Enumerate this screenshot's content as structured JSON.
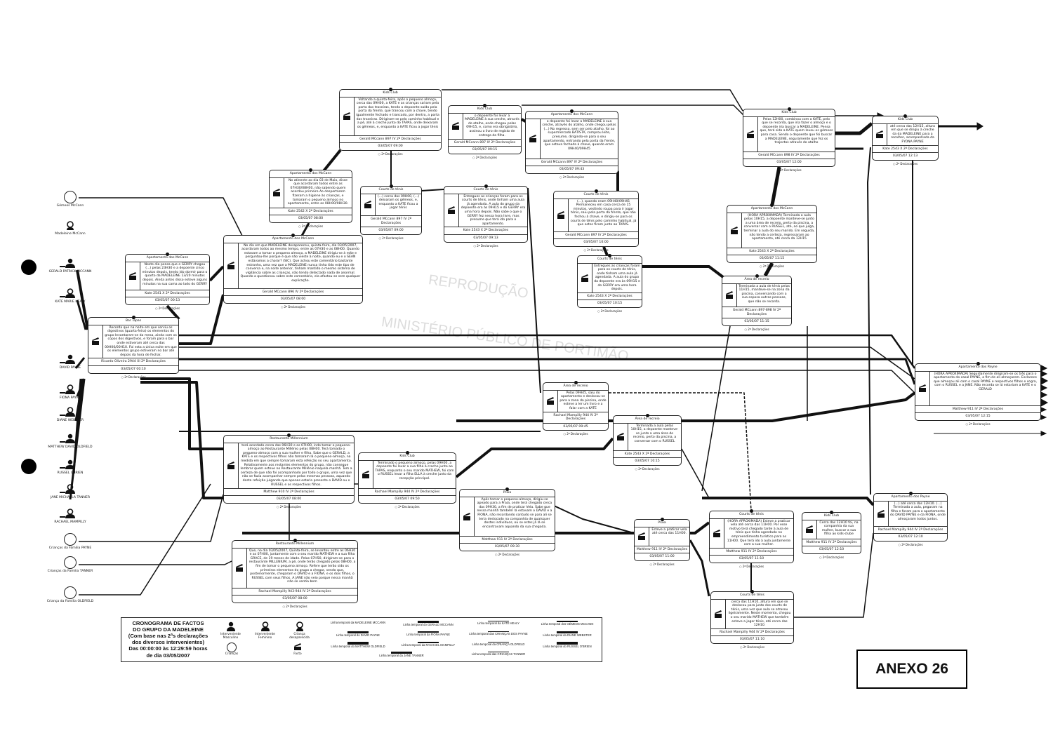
{
  "people": [
    {
      "name": "Gémeos McCann",
      "kind": "child-group"
    },
    {
      "name": "Madeleine McCann",
      "kind": "missing-child"
    },
    {
      "name": "GERALD PATRICK MCCANN",
      "kind": "male"
    },
    {
      "name": "KATE MARIE HEALY",
      "kind": "female"
    },
    {
      "name": "DAVID PAYNE",
      "kind": "male"
    },
    {
      "name": "FIONA PAYNE",
      "kind": "female"
    },
    {
      "name": "DIANE WEBSTER",
      "kind": "female"
    },
    {
      "name": "MATTHEW DAVID OLDFIELD",
      "kind": "male"
    },
    {
      "name": "RUSSEL OBRIEN",
      "kind": "male"
    },
    {
      "name": "JANE MICHAELA TANNER",
      "kind": "female"
    },
    {
      "name": "RACHAEL MAMPILLY",
      "kind": "female"
    },
    {
      "name": "Crianças da Familia PAYNE",
      "kind": "child-group"
    },
    {
      "name": "Crianças da Familia TANNER",
      "kind": "child-group"
    },
    {
      "name": "Criança da Familia OLDFIELD",
      "kind": "child-group"
    }
  ],
  "facts": [
    {
      "title": "Kids Club",
      "text": "Voltando a quinta-feira, após o pequeno almoço, cerca das 09H00, a KATE e as crianças saíram pela porta das traseiras, tendo o depoente saído pela porta da frente, que trancou com a chave, tendo igualmente fechado e trancado, por dentro, a porta das traseiras. Dirigiram-se pelo caminho habitual e a pé, até à creche junto do TAPAS, onde deixaram os gémeos, e, enquanto a KATE ficou a jogar ténis",
      "author": "Gerald MCcann 897 IV 2ª Declarações",
      "date": "03/05/07 09:00",
      "footer": "2ª Declarações"
    },
    {
      "title": "Kids Club",
      "text": "o depoente foi levar a MADELEINE à sua creche, através do atalho, onde chegou pelas 09H15, e, como era obrigatório, assinou o livro de registo de entrega da filha.",
      "author": "Gerald MCcann 897 IV 2ª Declarações",
      "date": "03/05/07 09:15",
      "footer": "2ª Declarações"
    },
    {
      "title": "Apartamento dos McCann",
      "text": "o depoente foi levar a MADELEINE à sua creche, através do atalho, onde chegou pelas (...) No regresso, sem ser pelo atalho, foi ao supermercado BATISTA, comprou leite, presume, dirigindo-se para o seu apartamento, entrando pela porta da frente, que estava fechada à chave, quando eram 09H40/09H45",
      "author": "Gerald MCcann 897 IV 2ª Declarações",
      "date": "03/05/07 09:43",
      "footer": "2ª Declarações"
    },
    {
      "title": "Apartamento dos McCann",
      "text": "No atinente ao dia 03 de Maio, disse que acordaram todos entre as 07H30/08H00, não sabendo quem acordou primeiro Ao despertarem fizeram a higiene às crianças, e tomaram o pequeno almoço no apartamento, entre as 08H00/08H30.",
      "author": "Kate 2542 X 2ª Declarações",
      "date": "03/05/07 08:00",
      "footer": "2ª Declarações"
    },
    {
      "title": "Courts de ténis",
      "text": "(...) cerca das 09H00, (...) deixaram os gémeos, e, enquanto a KATE ficou a jogar ténis",
      "author": "Gerald MCcann 897 IV 2ª Declarações",
      "date": "03/05/07 09:00",
      "footer": "2ª Declarações"
    },
    {
      "title": "Courts de ténis",
      "text": "Entregues as crianças foram para os courts de ténis, onde tinham uma aula já agendada. A aula do grupo da depoente era às 09H15 e do GERRY era uma hora depois. Não sabe o que o GERRY fez nessa hora livre, mas presume que terá ido para o apartamento.",
      "author": "Kate 2543 X 2ª Declarações",
      "date": "03/05/07 09:13",
      "footer": "2ª Declarações"
    },
    {
      "title": "Courts de ténis",
      "text": "(...), quando eram 09H40/09H45 Permaneceu em casa cerca de 15 minutos, vestindo roupa para ir jogar ténis, saiu pela porta da frente, que não fechou à chave, e dirigiu-se para os courts de ténis pelo caminho habitual, já que estes ficam junto ao TAPAS.",
      "author": "Gerald MCcann 897 IV 2ª Declarações",
      "date": "03/05/07 10:00",
      "footer": "2ª Declarações"
    },
    {
      "title": "Courts de ténis",
      "text": "Entregues as crianças foram para os courts de ténis, onde tinham uma aula já agendada. A aula do grupo da depoente era às 09H15 e do GERRY era uma hora depois.",
      "author": "Kate 2543 X 2ª Declarações",
      "date": "03/05/07 10:15",
      "footer": "2ª Declarações"
    },
    {
      "title": "Apartamento dos McCann",
      "text": "No dia em que MADELEINE desapareceu, quinta-feira, dia 03/05/2007, acordaram todos ao mesmo tempo, entre as 07H30 e as 08H00. Quando estavam a tomar o pequeno almoço, a MADELEINE dirigiu-se à mãe e perguntou-lhe porque é que não vieste à noite, quando eu e o SEAN estávamos a chorar? (SIC). Que achou este comentário bastante estranho, uma vez que a MADELEINE nunca tinha tido este tipo de conversa e, na noite anterior, tinham mantido o mesmo sistema de vigilância sobre as crianças, não tendo detectado nada de anormal. Quando a questionou sobre este comentário, ela afastou-se sem qualquer explicação.",
      "author": "Gerald MCcann 896 IV 2ª Declarações",
      "date": "03/05/07 08:00",
      "footer": "2ª Declarações"
    },
    {
      "title": "Apartamento dos McCann",
      "text": "Neste dia pensa que o GERRY chegou (...) pelas 23H30 e a depoente cinco minutos depois, tendo ido dormir para o quarto da MADELEINE 13/20 minutos depois. Ainda antes disso esteve alguns minutos na sua cama ao lado do GERRY",
      "author": "Kate 2541 X 2ª Declarações",
      "date": "03/05/07 00:13",
      "footer": "2ª Declarações"
    },
    {
      "title": "Bar Tapas",
      "text": "Recorda que na noite em que serviu os digestivos (quarta-feira) os elementos do grupo levantaram-se da mesa, ainda com os copos dos digestivos, e foram para o bar onde estiveram até cerca das 00H00/00H10. Foi esta a única noite em que os elementos grupo estiveram no bar até depois da hora de fechar.",
      "author": "Ricardo Oliveira 2944 XI 2ª Declarações",
      "date": "03/05/07 00:10",
      "footer": "2ª Declarações"
    },
    {
      "title": "Kids Club",
      "text": "Pelas 12H00, combinou com a KATE, pelo que se recorda, que iria fazer o almoço e o depoente iria buscar a MADELEINE. Pensa que, terá sido a KATE quem levou os gémeos para casa. Sendo o depoente que foi buscar a MADELEINE, seguramente que fez os trajectos através do atalho",
      "author": "Gerald MCcann 898 IV 2ª Declarações",
      "date": "03/05/07 12:00",
      "footer": "2ª Declarações"
    },
    {
      "title": "Kids Club",
      "text": "até cerca das 12H15, altura em que se dirigiu à creche da da MADELEINE para a recolher, acompanhada da FYONA PAYNE",
      "author": "Kate 2543 X 2ª Declarações",
      "date": "03/05/07 12:13",
      "footer": "2ª Declarações"
    },
    {
      "title": "Apartamento dos McCann",
      "text": "(HORA APROXIMADA) Terminada a aula pelas 10H15, a depoente manteve-se junto a uma área de recreio, perto da piscina, a conversar com o RUSSEL, até, ao que julga, terminar a aula do seu marido. Em seguida, não tendo a certeza, regressaram ao apartamento, até cerca da 12H15",
      "author": "Kate 2543 X 2ª Declarações",
      "date": "03/05/07 11:15",
      "footer": "2ª Declarações"
    },
    {
      "title": "Área de recreio",
      "text": "Terminada a aula de ténis pelas 11H15, manteve-se na zona da piscina, conversando com a sua esposa outras pessoas, que não se recorda.",
      "author": "Gerald MCcann 897-898 IV 2ª Declarações",
      "date": "03/05/07 11:15",
      "footer": "2ª Declarações"
    },
    {
      "title": "Área de recreio",
      "text": "Pelas 09H45, saiu do apartamento e deslocou-se para a zona da piscina, onde esteve a ler um livro e a falar com a KATE",
      "author": "Rachael Mampilly 944 IV 2ª Declarações",
      "date": "03/05/07 09:45",
      "footer": "2ª Declarações"
    },
    {
      "title": "Área de recreio",
      "text": "Terminada a aula pelas 10H15, a depoente manteve-se junto a uma área de recreio, perto da piscina, a conversar com o RUSSEL",
      "author": "Kate 2543 X 2ª Declarações",
      "date": "03/05/07 10:15",
      "footer": "2ª Declarações"
    },
    {
      "title": "Apartamento dos Payne",
      "text": "(HORA APROXIMADA) Seguidamente dirigiram-se os três para o apartamento do casal PAYNE, a fim de ali almoçarem. Esclarece que almoçou ali com o casal PAYNE e respectivos filhos e sogra, com o RUSSEL e a JANE. Não recorda se lá estariam a KATE e o GERALD",
      "author": "Matthew 911 IV 2ª Declarações",
      "date": "03/05/07 12:15",
      "footer": "2ª Declarações"
    },
    {
      "title": "Restaurante Millennium",
      "text": "terá acordado cerca das 06H30 e as 07H00, indo tomar o pequeno-almoço ao Restaurante Millénio pelas 08H00. Terá tomado o pequeno-almoço com a sua mulher e filha. Sabe que o GERALD, a KATE e os respectivos filhos não tomaram lá o pequeno-almoço, na medida em que sempre tomaram esta refeição no seu apartamento. Relativamente aos restantes elementos do grupo, não consegue lembrar quem esteve no Restaurante Millénio naquela manhã. Tem a certeza de que não foi acompanhado por todo o grupo, uma vez que não se fazia acompanhar sempre pelas mesmas pessoas, aquando desta refeição julgando que apenas estaria presente o DAVID ou o RUSSEL e os respectivos filhos.",
      "author": "Matthew 910 IV 2ª Declarações",
      "date": "03/05/07 08:00",
      "footer": "2ª Declarações"
    },
    {
      "title": "Kids Club",
      "text": "Terminado o pequeno almoço, pelas 09H00, a depoente foi levar a sua filha à creche junto ao TAPAS, enquanto o seu marido MATHEW, foi com o RUSSEL levar a filha ELLA à creche junto da recepção principal.",
      "author": "Rachael Mampilly 944 IV 2ª Declarações",
      "date": "03/05/07 09:50",
      "footer": "2ª Declarações"
    },
    {
      "title": "Praia",
      "text": "Após tomar o pequeno-almoço, dirigiu-se apeado para a Praia, onde terá chegado cerca das 09H30, a fim de praticar Vela. Sabe que nessa manhã também lá estavam o DAVID e a FIONA, não recordando contudo se para ali se teria deslocado na companhia de quaisquer destes indivíduos, ou se estes já lá se encontravam aquando da sua chegada.",
      "author": "Matthew 911 IV 2ª Declarações",
      "date": "03/05/07 09:30",
      "footer": "2ª Declarações"
    },
    {
      "title": "Praia",
      "text": "Esteve a praticar vela até cerca das 11H00.",
      "author": "Matthew 911 IV 2ª Declarações",
      "date": "03/05/07 11:00",
      "footer": "2ª Declarações"
    },
    {
      "title": "Restaurante Millennium",
      "text": "Que, no dia 03/05/2007, Quinta-feira, se levantou entre as 06H30 e as 07H00, juntamente com o seu marido MATHEW e a sua filha GRACE, de 19 meses de idade. Pelas 07H50, dirigiram-se para o restaurante MILLENIUM, a pé, onde terão chegado pelas 08H00, a fim de tomar o pequeno almoço. Refere que terão sido os primeiros elementos do grupo a chegar, sendo que, posteriormente, chegaram o DAVID e a FIONA, e os dois filhos, o RUSSEL com seus filhos. A JANE não veio porque nessa manhã não se sentia bem",
      "author": "Rachael Mampilly 943-944 IV 2ª Declarações",
      "date": "03/05/07 08:00",
      "footer": "2ª Declarações"
    },
    {
      "title": "Courts de ténis",
      "text": "(HORA APROXIMADA) Esteve a praticar vela até cerca das 11H00. Por esse motivo terá chegado tarde à aula de ténis que tinha agendado no empreendimento turístico para as 11H00. Que terá ido à aula juntamente com a sua mulher.",
      "author": "Matthew 911 IV 2ª Declarações",
      "date": "03/05/07 11:10",
      "footer": "2ª Declarações"
    },
    {
      "title": "Kids Club",
      "text": "Cerca das 12H10 foi, na companhia da sua mulher, buscar a sua filha ao kids-clube",
      "author": "Matthew 911 IV 2ª Declarações",
      "date": "03/05/07 12:10",
      "footer": "2ª Declarações"
    },
    {
      "title": "Apartamento dos Payne",
      "text": "(...) até cerca das 12H10. (...) Terminada a aula, pegaram na filha e foram para o apartamento do DAVID PAYNE e da FIONA, onde almoçaram todos juntos.",
      "author": "Rachael Mampilly 944 IV 2ª Declarações",
      "date": "03/05/07 12:10",
      "footer": "2ª Declarações"
    },
    {
      "title": "Courts de ténis",
      "text": "cerca das 11H10, altura em que se deslocou para junto dos courts de ténis, uma vez que aula se atrasou ligeiramente. Neste momento, chegou o seu marido MATHEW que também esteve a jogar ténis, até cerca das 12H10.",
      "author": "Rachael Mampilly 944 IV 2ª Declarações",
      "date": "03/05/07 11:10",
      "footer": "2ª Declarações"
    }
  ],
  "legend": {
    "title_lines": [
      "CRONOGRAMA DE FACTOS",
      "DO GRUPO DA MADELEINE",
      "(Com base nas 2ªs declarações",
      "dos diversos intervenientes)",
      "Das 00:00:00 às 12:29:59 horas",
      "de dia 03/05/2007"
    ],
    "icons": {
      "male": "Interveniente Masculino",
      "female": "Interveniente Feminino",
      "missing": "Criança desaparecida",
      "children": "Crianças",
      "fact": "Facto"
    },
    "timelines": [
      "Linha temporal da MADELEINE MCCANN",
      "Linha temporal do GERALD MCCANN",
      "Linha temporal da KATE HEALY",
      "Linha temporal dos GÉMEOS MCCANN",
      "Linha temporal do DAVID PAYNE",
      "Linha temporal da FIONA PAYNE",
      "Linha temporal das CRIANÇAS DOS PAYNE",
      "Linha temporal da DIANE WEBSTER",
      "Linha temporal do MATTHEW OLDFIELD",
      "Linha temporal da RACHAEL MAMPILLY",
      "Linha temporal da CRIANÇA OLDFIELD",
      "Linha temporal do RUSSEL O'BRIEN",
      "Linha temporal da JANE TANNER",
      "Linha temporal das CRIANÇAS TANNER"
    ]
  },
  "annex": "ANEXO 26",
  "watermark": {
    "line1": "MINISTÉRIO PÚBLICO DE PORTIMÃO",
    "line2": "REPRODUÇÃO"
  }
}
